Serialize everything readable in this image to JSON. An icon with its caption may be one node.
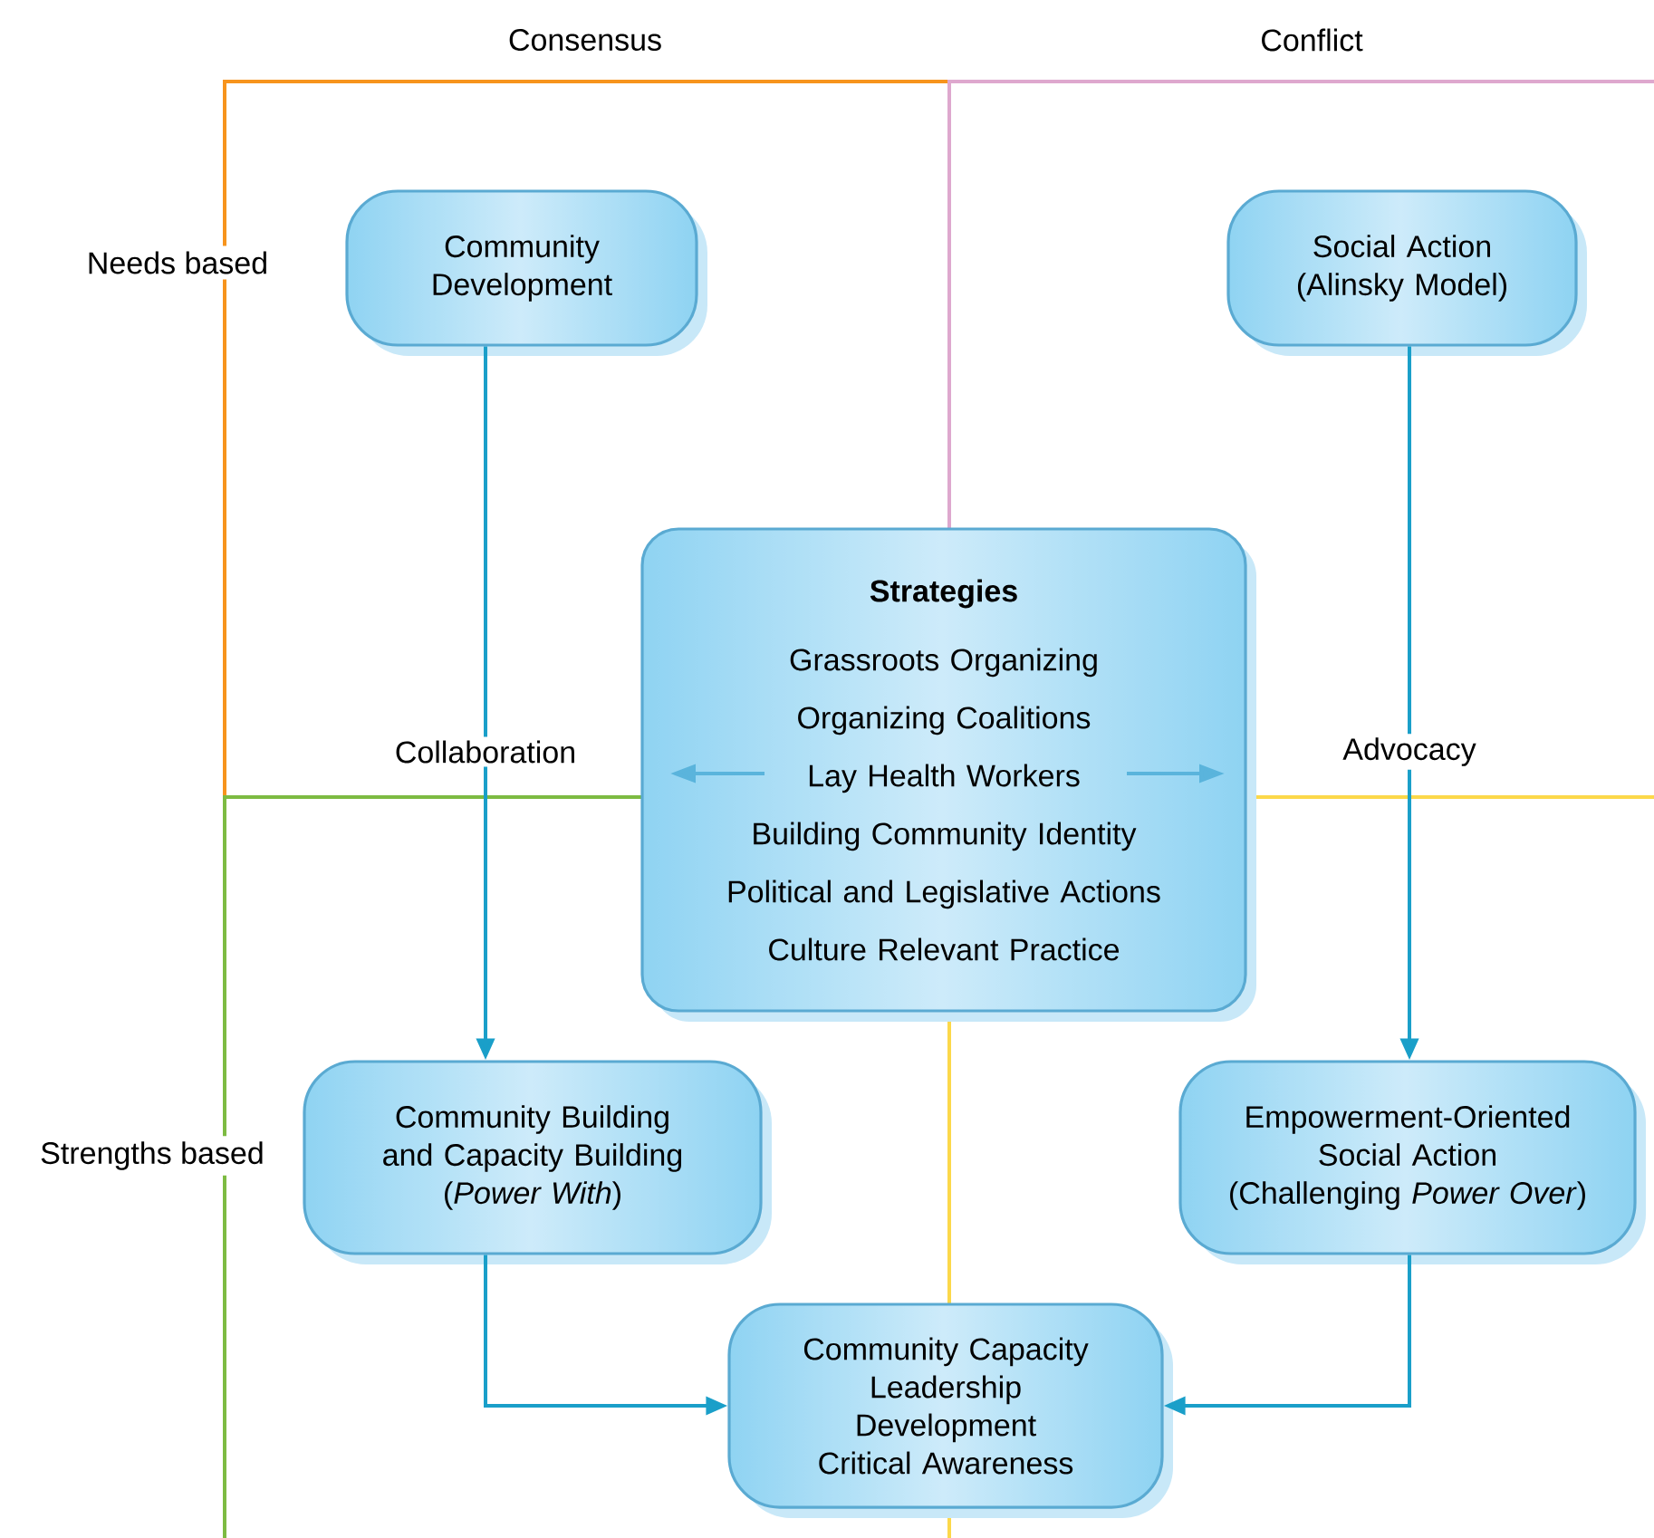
{
  "diagram": {
    "nodes": [
      {
        "text": [
          "Community Development"
        ]
      },
      {
        "text": [
          "Social Action (Alinsky Model)"
        ]
      },
      {
        "text": [
          "Strategies",
          "Grassroots Organizing",
          "Organizing Coalitions",
          "Lay Health Workers",
          "Building Community Identity",
          "Political and Legislative Actions",
          "Culture Relevant Practice"
        ]
      },
      {
        "text": [
          "Community Building and Capacity Building",
          "(*Power With*)"
        ]
      },
      {
        "text": [
          "Empowerment-Oriented Social Action",
          "(Challenging *Power Over*)"
        ]
      },
      {
        "text": [
          "Community Capacity",
          "Leadership Development",
          "Critical Awareness"
        ]
      }
    ],
    "edges": [
      {
        "from": 0,
        "to": 3,
        "arrow": "to",
        "label": "Collaboration"
      },
      {
        "from": 1,
        "to": 4,
        "arrow": "to",
        "label": "Advocacy"
      },
      {
        "from": 3,
        "to": 5,
        "arrow": "to"
      },
      {
        "from": 4,
        "to": 5,
        "arrow": "to"
      }
    ],
    "labels": [
      "Consensus",
      "Conflict",
      "Needs based",
      "Strengths based"
    ]
  }
}
